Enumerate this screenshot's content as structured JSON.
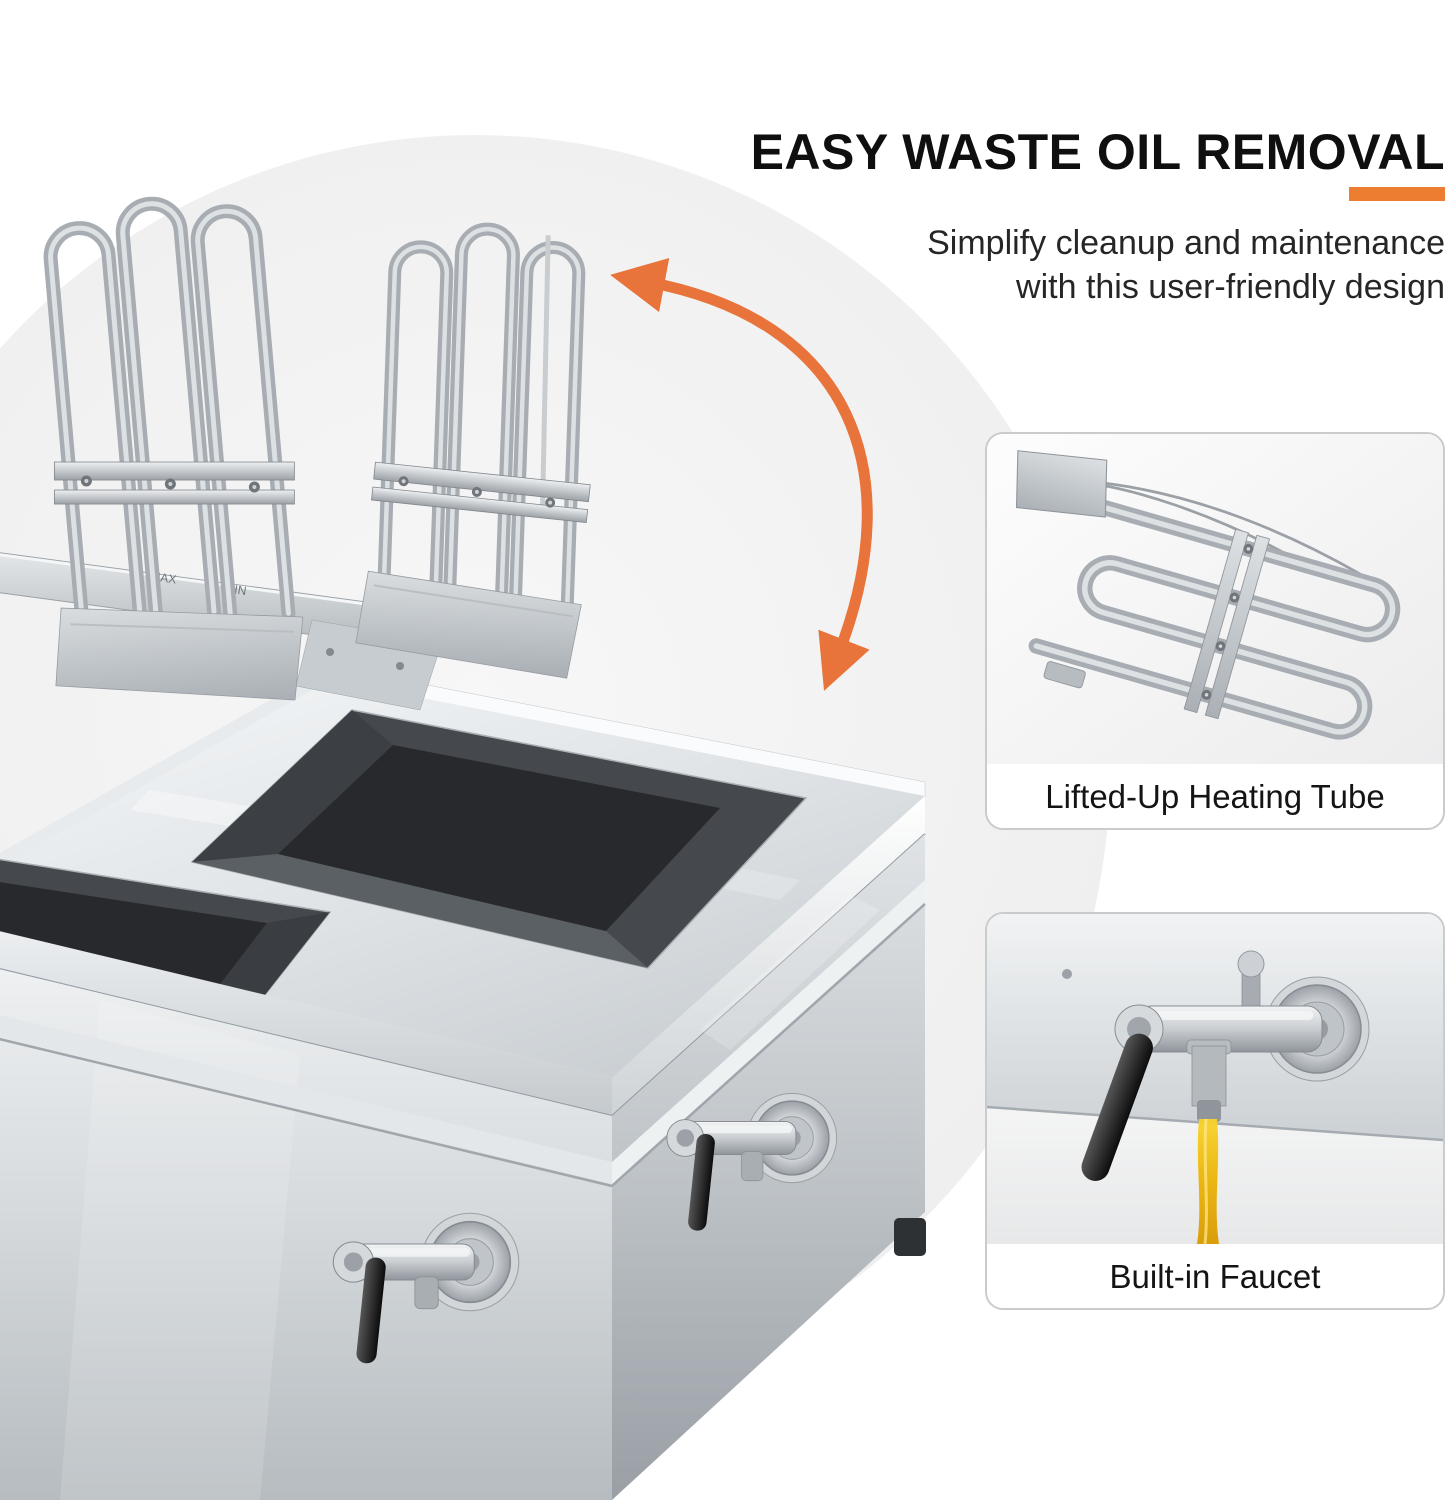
{
  "header": {
    "title": "EASY WASTE OIL REMOVAL",
    "subtitle_line1": "Simplify cleanup and maintenance",
    "subtitle_line2": "with this user-friendly design"
  },
  "insets": [
    {
      "caption": "Lifted-Up Heating Tube"
    },
    {
      "caption": "Built-in Faucet"
    }
  ],
  "machine": {
    "max_label": "MAX",
    "min_label": "MIN"
  },
  "colors": {
    "accent": "#ED7D31",
    "oil": "#E0A800",
    "steel": "#d6dadd",
    "tank": "#45494d"
  }
}
